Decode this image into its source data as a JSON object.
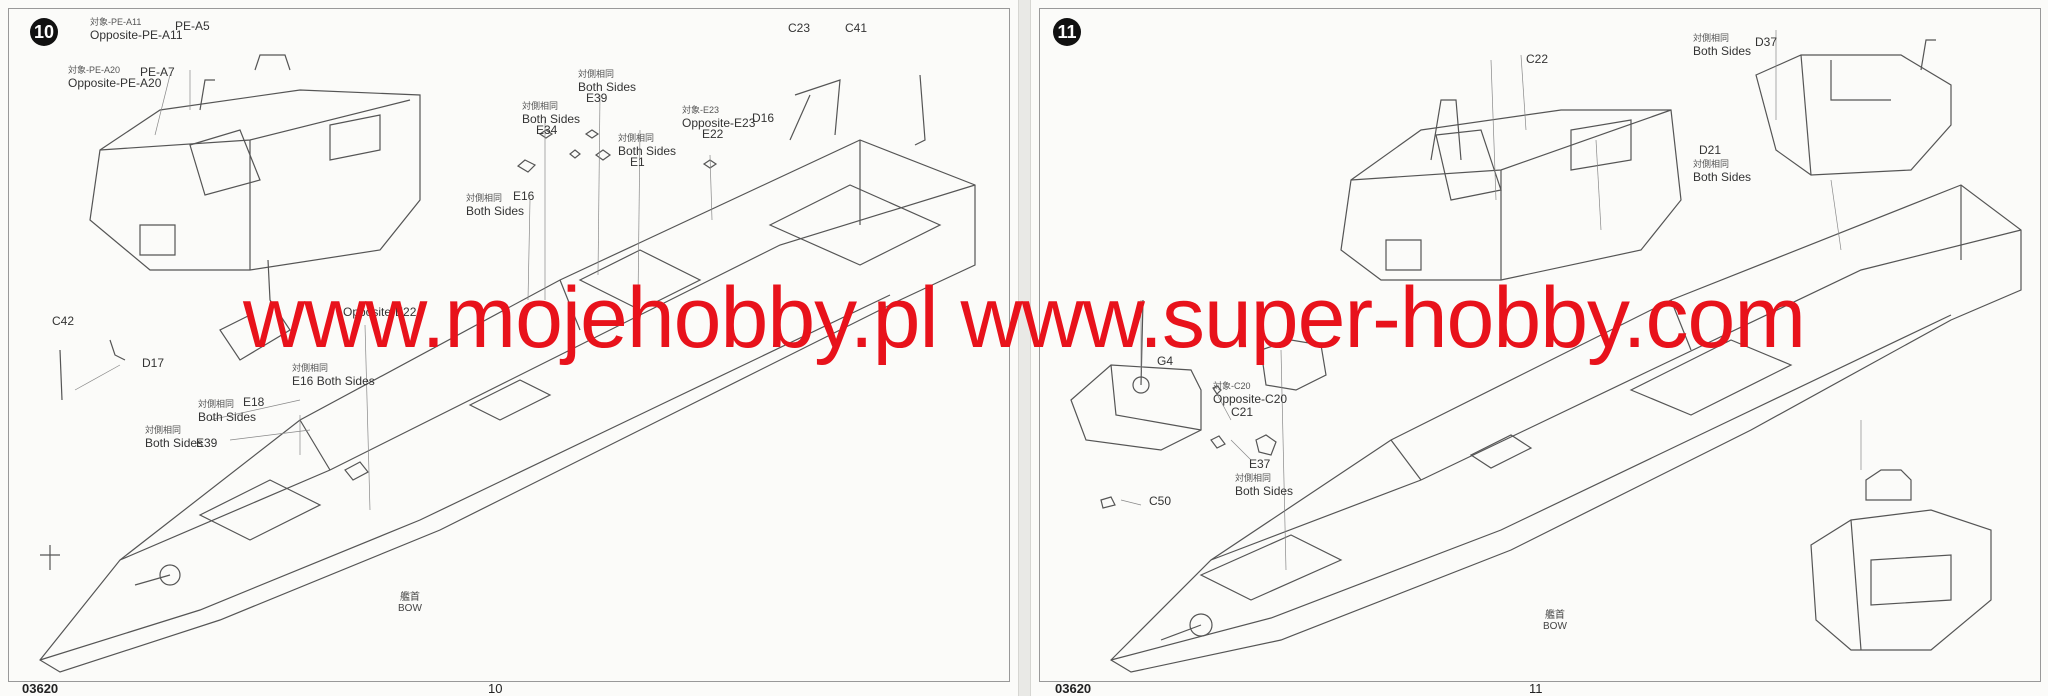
{
  "left_page": {
    "step": "10",
    "page_number": "10",
    "catalog_number": "03620",
    "bow": {
      "cn": "艦首",
      "en": "BOW"
    },
    "callouts": [
      {
        "id": "pe-a11",
        "cn": "対象-PE-A11",
        "en": "Opposite-PE-A11",
        "part": "PE-A5"
      },
      {
        "id": "pe-a20",
        "cn": "対象-PE-A20",
        "en": "Opposite-PE-A20",
        "part": "PE-A7"
      },
      {
        "id": "e39-top",
        "cn": "対側相同",
        "en": "Both Sides",
        "part": "E39"
      },
      {
        "id": "e34",
        "cn": "対側相同",
        "en": "Both Sides",
        "part": "E34"
      },
      {
        "id": "e1",
        "cn": "対側相同",
        "en": "Both Sides",
        "part": "E1"
      },
      {
        "id": "e16-mid",
        "cn": "対側相同",
        "en": "Both Sides",
        "part": "E16"
      },
      {
        "id": "e23",
        "cn": "対象-E23",
        "en": "Opposite-E23",
        "part": "E22"
      },
      {
        "id": "e22b",
        "cn": "",
        "en": "Opposite-E22",
        "part": ""
      },
      {
        "id": "e16b",
        "cn": "対側相同",
        "en": "Both Sides",
        "part": "E16"
      },
      {
        "id": "e18",
        "cn": "対側相同",
        "en": "Both Sides",
        "part": "E18"
      },
      {
        "id": "e39-bottom",
        "cn": "対側相同",
        "en": "Both Sides",
        "part": "E39"
      }
    ],
    "parts": {
      "c23": "C23",
      "c41": "C41",
      "d16": "D16",
      "c42": "C42",
      "d17": "D17"
    }
  },
  "right_page": {
    "step": "11",
    "page_number": "11",
    "catalog_number": "03620",
    "bow": {
      "cn": "艦首",
      "en": "BOW"
    },
    "callouts": [
      {
        "id": "d37",
        "cn": "対側相同",
        "en": "Both Sides",
        "part": "D37"
      },
      {
        "id": "d21",
        "cn": "対側相同",
        "en": "Both Sides",
        "part": "D21"
      },
      {
        "id": "c20",
        "cn": "対象-C20",
        "en": "Opposite-C20",
        "part": "C21"
      },
      {
        "id": "e37",
        "cn": "対側相同",
        "en": "Both Sides",
        "part": "E37"
      }
    ],
    "parts": {
      "c22": "C22",
      "g4": "G4",
      "c50": "C50"
    }
  },
  "watermark": "www.mojehobby.pl www.super-hobby.com",
  "colors": {
    "paper": "#fbfbf9",
    "line": "#555555",
    "watermark": "#e8121b",
    "badge": "#111111"
  }
}
